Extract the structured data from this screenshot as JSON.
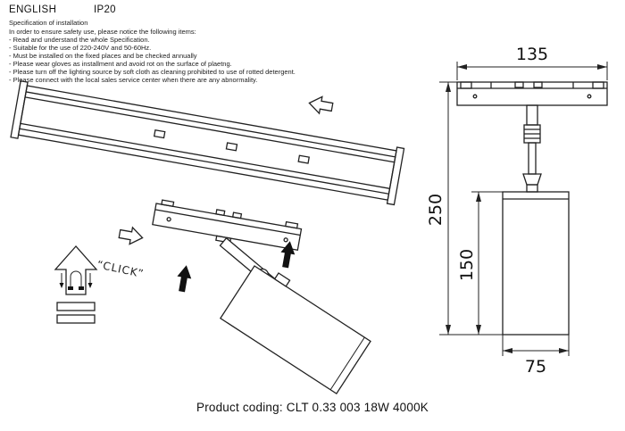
{
  "header": {
    "language": "ENGLISH",
    "ip_rating": "IP20"
  },
  "spec": {
    "title": "Specification of installation",
    "intro": "In order to ensure safety use, please notice the following items:",
    "items": [
      "- Read and understand the whole Specification.",
      "- Suitable for the use of 220-240V and 50-60Hz.",
      "- Must be installed on the fixed places and be checked annually",
      "- Please wear gloves as installment and avoid rot on the surface of plaetng.",
      "- Please turn off the lighting source by soft cloth as cleaning prohibited to use of rotted detergent.",
      "- Please connect with the local sales service center when there are any abnormality."
    ]
  },
  "illustration": {
    "click_label": "“CLICK”"
  },
  "dimensions": {
    "track_width": "135",
    "total_height": "250",
    "body_height": "150",
    "body_diameter": "75"
  },
  "footer": {
    "product_coding": "Product coding: CLT 0.33 003 18W 4000K"
  }
}
